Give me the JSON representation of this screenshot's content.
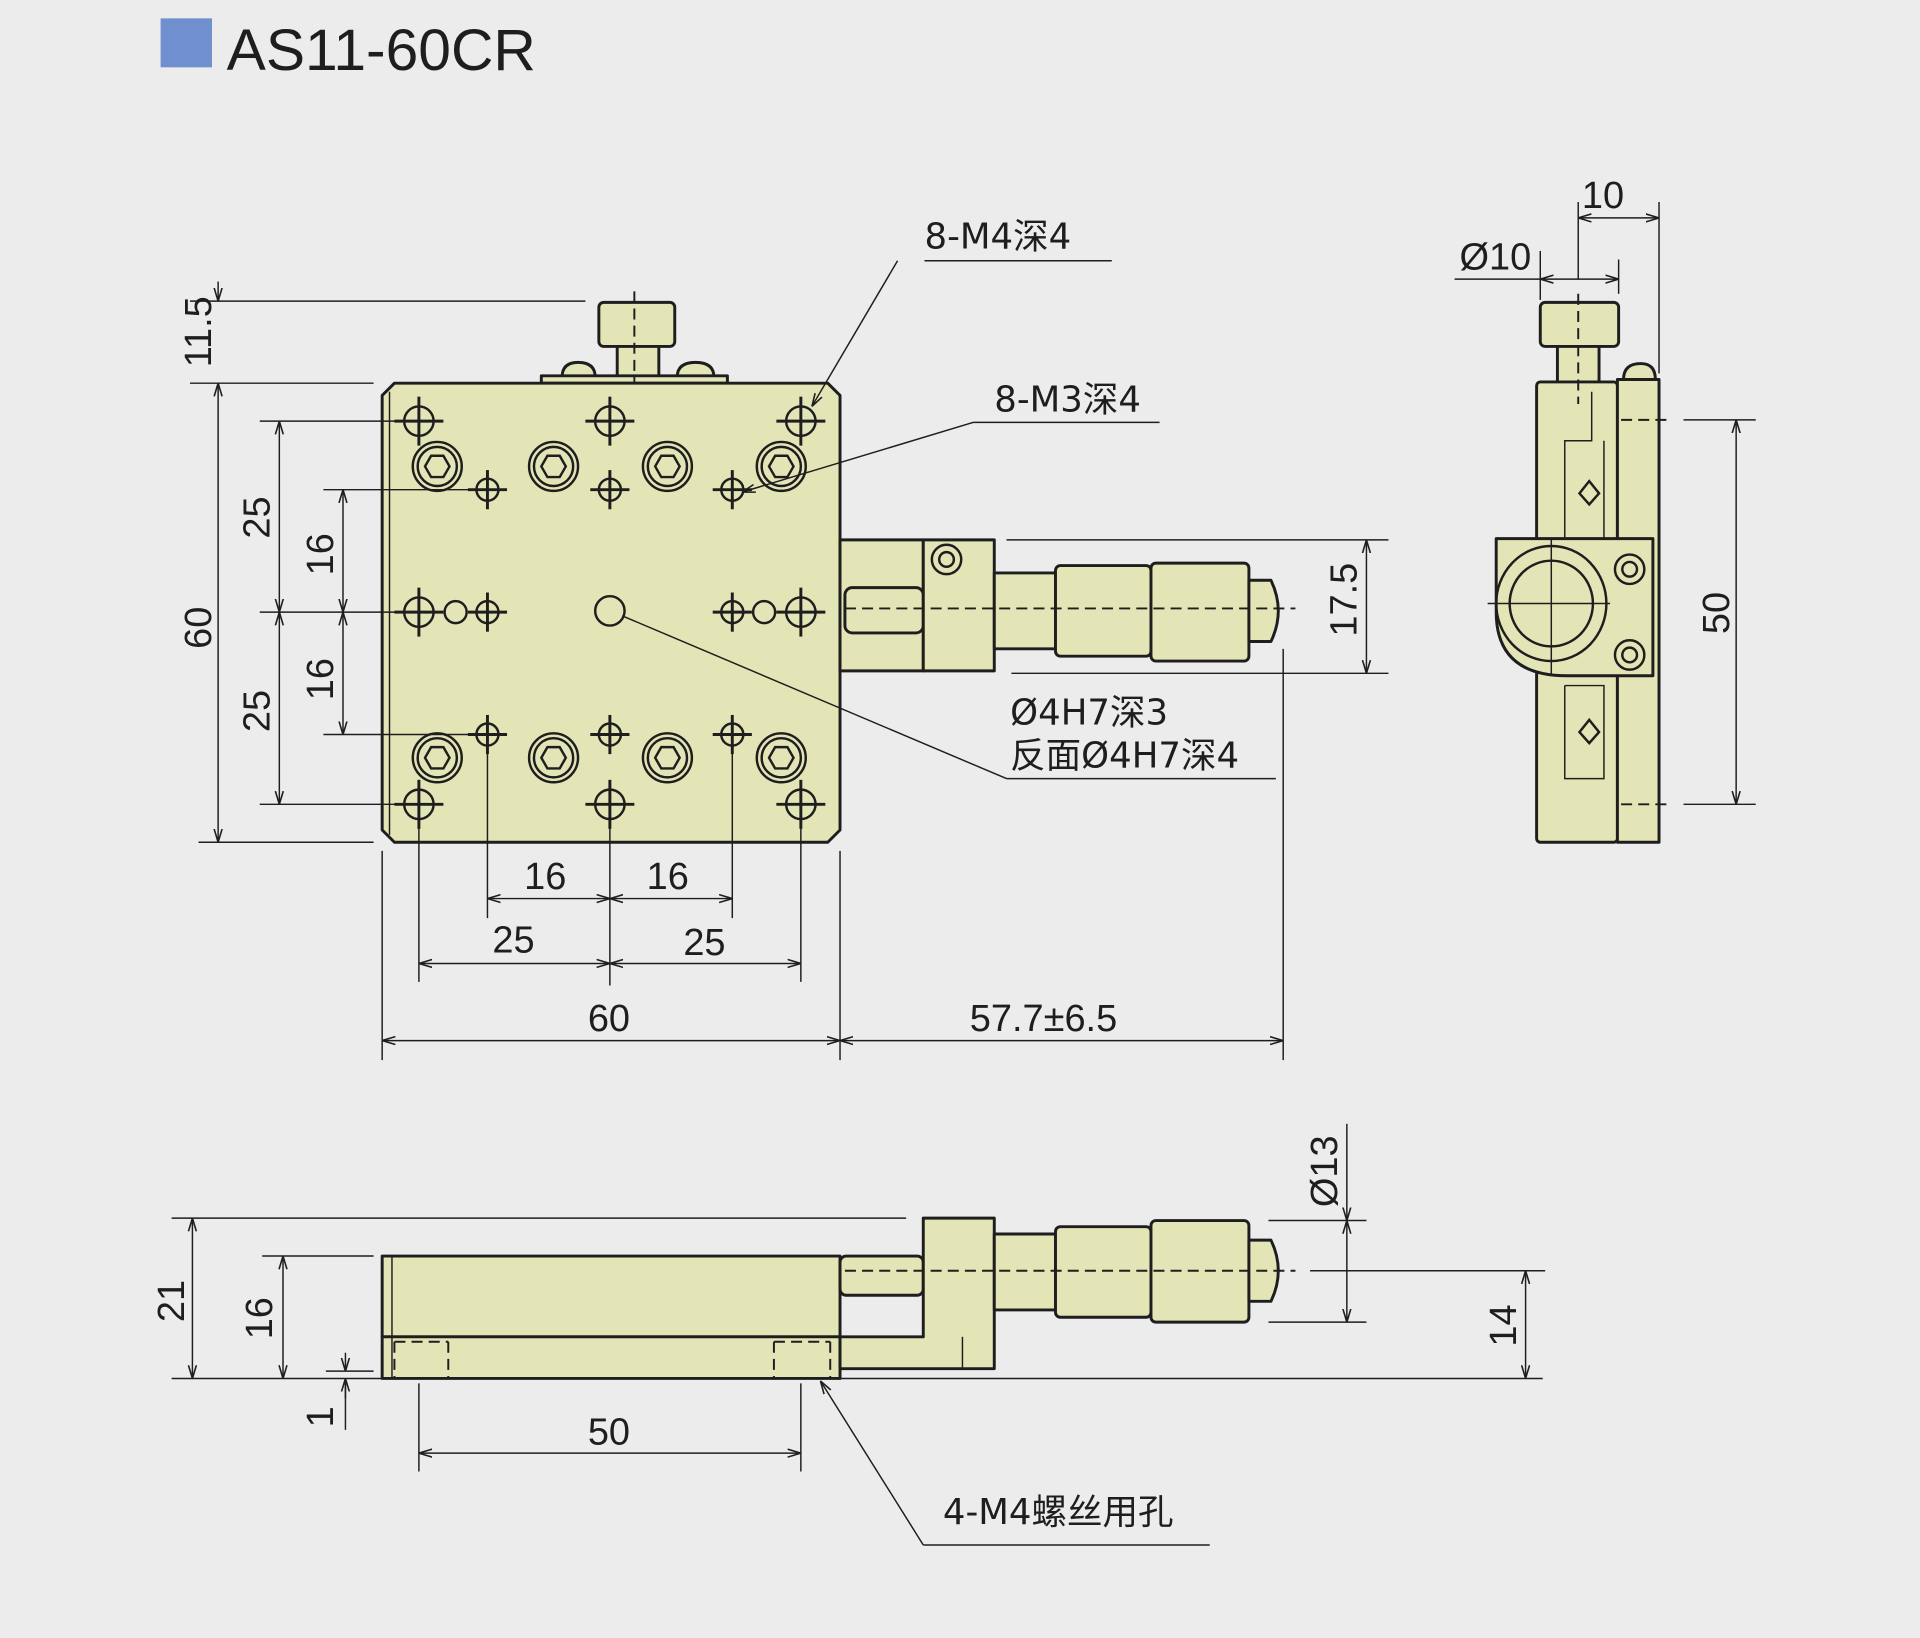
{
  "title": "AS11-60CR",
  "colors": {
    "marker": "#6f8fcf",
    "part_fill": "#e3e5b6",
    "background": "#ececec"
  },
  "callouts": {
    "m4": "8-M4深4",
    "m3": "8-M3深4",
    "pin_front": "Ø4H7深3",
    "pin_back": "反面Ø4H7深4",
    "mount": "4-M4螺丝用孔"
  },
  "top_view_dims": {
    "knob_height": "11.5",
    "height": "60",
    "v_pitch_a": "25",
    "v_pitch_b": "25",
    "v_small_a": "16",
    "v_small_b": "16",
    "h_small_a": "16",
    "h_small_b": "16",
    "h_pitch_a": "25",
    "h_pitch_b": "25",
    "width": "60",
    "travel": "57.7±6.5",
    "micrometer_offset": "17.5"
  },
  "side_view_dims": {
    "knob_offset": "10",
    "knob_dia": "Ø10",
    "hole_pitch": "50"
  },
  "front_view_dims": {
    "thimble_dia": "Ø13",
    "total_height": "21",
    "plate_height": "16",
    "gap": "1",
    "mount_pitch": "50",
    "axis_height": "14"
  }
}
